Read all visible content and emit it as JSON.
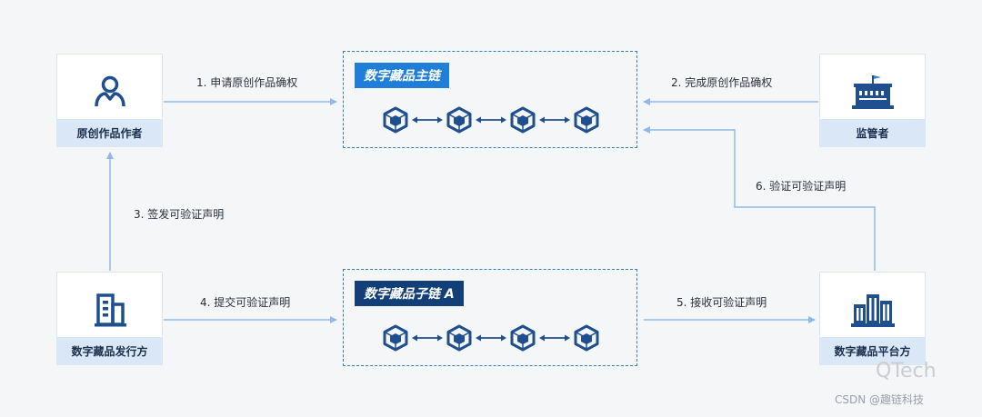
{
  "nodes": {
    "author": {
      "label": "原创作品作者",
      "icon": "user-icon"
    },
    "regulator": {
      "label": "监管者",
      "icon": "government-building-icon"
    },
    "issuer": {
      "label": "数字藏品发行方",
      "icon": "office-building-icon"
    },
    "platform": {
      "label": "数字藏品平台方",
      "icon": "city-buildings-icon"
    }
  },
  "chains": {
    "main": {
      "title": "数字藏品主链",
      "badge_color": "#1f7fd8",
      "block_count": 4
    },
    "sub": {
      "title": "数字藏品子链 A",
      "badge_color": "#123f78",
      "block_count": 4
    }
  },
  "edges": {
    "e1": "1. 申请原创作品确权",
    "e2": "2. 完成原创作品确权",
    "e3": "3. 签发可验证声明",
    "e4": "4. 提交可验证声明",
    "e5": "5. 接收可验证声明",
    "e6": "6. 验证可验证声明"
  },
  "colors": {
    "arrow": "#8fb8ea",
    "icon": "#1f4f8f",
    "block": "#1f4f8f",
    "node_label_bg": "#d9e7f7"
  },
  "watermark": {
    "main": "QTech",
    "sub": "CSDN @趣链科技"
  }
}
